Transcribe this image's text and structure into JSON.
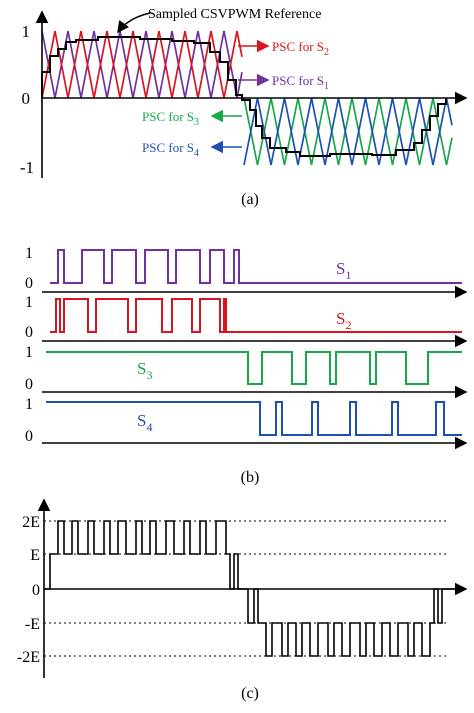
{
  "panel_a": {
    "caption": "(a)",
    "reference_label": "Sampled CSVPWM Reference",
    "y_ticks": [
      "1",
      "0",
      "-1"
    ],
    "carrier_labels": [
      {
        "prefix": "PSC for S",
        "sub": "2"
      },
      {
        "prefix": "PSC for S",
        "sub": "1"
      },
      {
        "prefix": "PSC for S",
        "sub": "3"
      },
      {
        "prefix": "PSC for S",
        "sub": "4"
      }
    ]
  },
  "panel_b": {
    "caption": "(b)",
    "signals": [
      {
        "main": "S",
        "sub": "1",
        "high": "1",
        "low": "0"
      },
      {
        "main": "S",
        "sub": "2",
        "high": "1",
        "low": "0"
      },
      {
        "main": "S",
        "sub": "3",
        "high": "1",
        "low": "0"
      },
      {
        "main": "S",
        "sub": "4",
        "high": "1",
        "low": "0"
      }
    ]
  },
  "panel_c": {
    "caption": "(c)",
    "levels": [
      "2E",
      "E",
      "0",
      "-E",
      "-2E"
    ]
  },
  "colors": {
    "s1": "#7030a0",
    "s2": "#d9141e",
    "s3": "#17a84a",
    "s4": "#1f4fb5",
    "reference": "#000000"
  }
}
